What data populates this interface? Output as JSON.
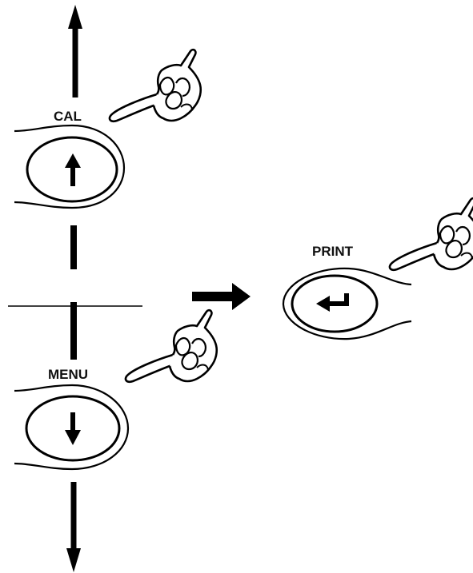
{
  "keys": {
    "cal": {
      "label": "CAL",
      "symbol": "arrow-up"
    },
    "menu": {
      "label": "MENU",
      "symbol": "arrow-down"
    },
    "print": {
      "label": "PRINT",
      "symbol": "enter-return"
    }
  },
  "icons": [
    "pointing-hand-icon",
    "arrow-up-icon",
    "arrow-down-icon",
    "enter-return-icon",
    "right-arrow-icon"
  ],
  "colors": {
    "ink": "#000000",
    "background": "#ffffff"
  }
}
